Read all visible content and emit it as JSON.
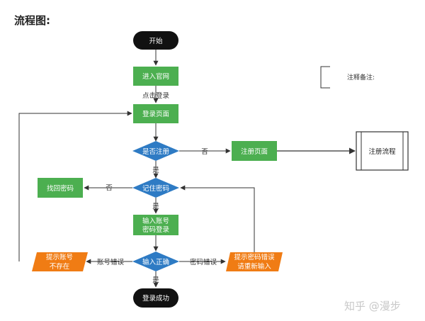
{
  "title": "流程图:",
  "nodes": {
    "start": "开始",
    "enter_site": "进入官网",
    "login_page": "登录页面",
    "is_registered": "是否注册",
    "register_page": "注册页面",
    "register_flow": "注册流程",
    "find_password": "找回密码",
    "remember_password": "记住密码",
    "input_line1": "输入账号",
    "input_line2": "密码登录",
    "input_correct": "输入正确",
    "no_account_line1": "提示账号",
    "no_account_line2": "不存在",
    "pwd_error_line1": "提示密码错误",
    "pwd_error_line2": "请重新输入",
    "login_success": "登录成功"
  },
  "edges": {
    "click_login": "点击登录",
    "no_register": "否",
    "yes_register": "是",
    "no_remember": "否",
    "yes_remember": "是",
    "account_error": "账号错误",
    "password_error": "密码错误",
    "yes_correct": "是"
  },
  "annotation": "注释备注:",
  "watermark": "知乎 @漫步",
  "colors": {
    "terminal": "#111111",
    "process": "#4caf50",
    "decision": "#2e7bc4",
    "error": "#f07c14",
    "line": "#333333"
  }
}
